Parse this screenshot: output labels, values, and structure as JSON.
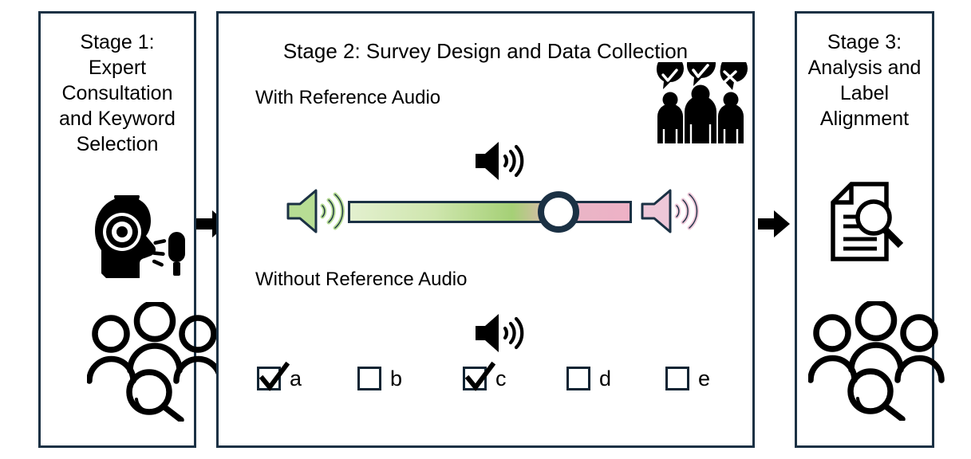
{
  "diagram": {
    "title_stage1": "Stage 1:\nExpert\nConsultation\nand Keyword\nSelection",
    "title_stage2": "Stage 2:  Survey Design and Data Collection",
    "title_stage3": "Stage 3:\nAnalysis and\nLabel\nAlignment"
  },
  "stage2": {
    "label_with_reference": "With Reference Audio",
    "label_without_reference": "Without Reference Audio",
    "slider": {
      "handle_position_percent": 68,
      "left_end_icon": "speaker-green-icon",
      "right_end_icon": "speaker-pink-icon",
      "reference_icon": "speaker-black-icon",
      "gradient_start_color": "#e3f0cf",
      "gradient_mid_color": "#a5d076",
      "gradient_end_color": "#eeb1c6",
      "border_color": "#1b3144"
    },
    "respondents": {
      "icon": "people-response-bubbles-icon",
      "bubbles": [
        "check",
        "check",
        "cross"
      ]
    },
    "checkboxes": [
      {
        "label": "a",
        "checked": true
      },
      {
        "label": "b",
        "checked": false
      },
      {
        "label": "c",
        "checked": true
      },
      {
        "label": "d",
        "checked": false
      },
      {
        "label": "e",
        "checked": false
      }
    ]
  },
  "icons": {
    "stage1_top": "head-headphones-microphone-icon",
    "stage1_bottom": "people-group-magnifier-icon",
    "stage3_top": "document-magnifier-icon",
    "stage3_bottom": "people-group-magnifier-icon",
    "arrow_1_to_2": "arrow-right-icon",
    "arrow_2_to_3": "arrow-right-icon"
  },
  "colors": {
    "panel_border": "#1b3144",
    "text": "#000000",
    "background": "#ffffff",
    "arrow": "#000000"
  }
}
